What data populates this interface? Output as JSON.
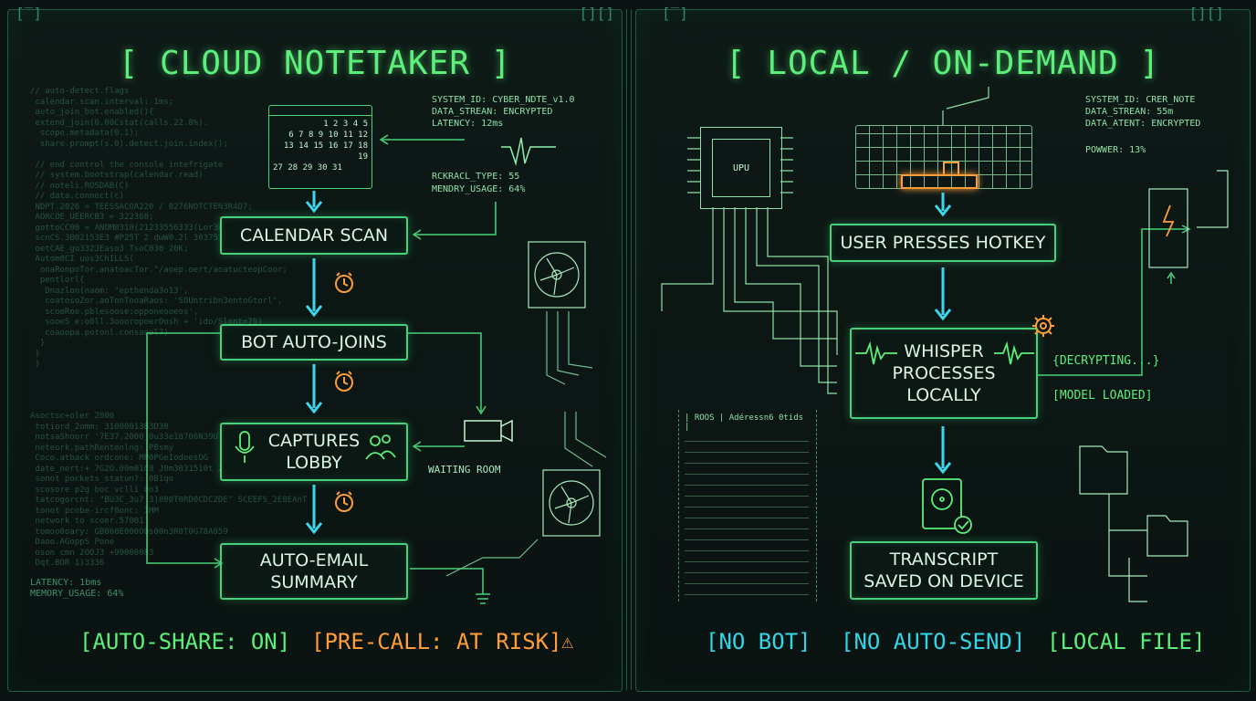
{
  "left": {
    "title": "[ CLOUD NOTETAKER ]",
    "info": [
      "SYSTEM_ID: CYBER_NDTE_v1.0",
      "DATA_STREAN: ENCRYPTED",
      "LATENCY: 12ms",
      "RCKRACL_TYPE: 55",
      "MENDRY_USAGE: 64%"
    ],
    "calendar_days": [
      "1 2 3 4 5",
      "6 7 8 9 10 11 12",
      "13 14 15 16 17 18 19",
      "27 28 29 30 31"
    ],
    "steps": {
      "calendar_scan": "CALENDAR SCAN",
      "bot_auto_joins": "BOT AUTO-JOINS",
      "captures_line1": "CAPTURES",
      "captures_line2": "LOBBY",
      "email_line1": "AUTO-EMAIL",
      "email_line2": "SUMMARY"
    },
    "waiting_room": "WAITING ROOM",
    "bottom_stats": [
      "LATENCY: 1bms",
      "MEMORY_USAGE: 64%"
    ],
    "tag_autoshare": "[AUTO-SHARE: ON]",
    "tag_precall": "[PRE-CALL: AT RISK]"
  },
  "right": {
    "title": "[ LOCAL / ON-DEMAND ]",
    "info": [
      "SYSTEM_ID: CRER_NOTE",
      "DATA_STREAN: 55m",
      "DATA_ATENT: ENCRYPTED",
      "POWWER: 13%"
    ],
    "cpu_label": "UPU",
    "steps": {
      "hotkey": "USER PRESSES HOTKEY",
      "whisper_line1": "WHISPER",
      "whisper_line2": "PROCESSES",
      "whisper_line3": "LOCALLY",
      "transcript_line1": "TRANSCRIPT",
      "transcript_line2": "SAVED ON DEVICE"
    },
    "decrypting": "{DECRYPTING...}",
    "model_loaded": "[MODEL LOADED]",
    "table_header": "| ROOS | Adéressn6 0tids |",
    "tag_nobot": "[NO BOT]",
    "tag_noautosend": "[NO AUTO-SEND]",
    "tag_localfile": "[LOCAL FILE]"
  },
  "colors": {
    "green": "#5cf07a",
    "cyan": "#33d6e6",
    "orange": "#ff9d3a"
  }
}
